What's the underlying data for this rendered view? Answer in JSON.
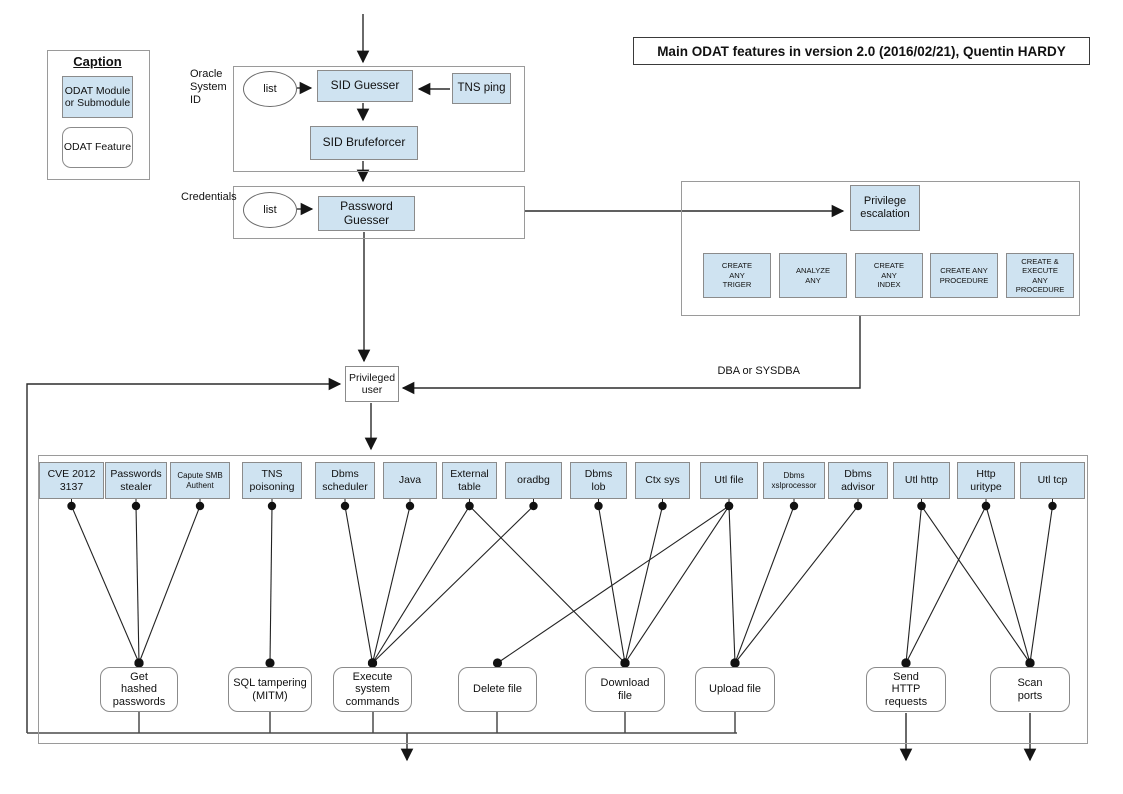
{
  "title": "Main ODAT features in version 2.0 (2016/02/21), Quentin HARDY",
  "caption": {
    "heading": "Caption",
    "module_label": "ODAT Module or Submodule",
    "feature_label": "ODAT Feature"
  },
  "labels": {
    "oracle_system_id": "Oracle System ID",
    "credentials": "Credentials",
    "list": "list",
    "dba_or_sysdba": "DBA or SYSDBA"
  },
  "sid_group": {
    "sid_guesser": "SID Guesser",
    "tns_ping": "TNS ping",
    "sid_bruteforcer": "SID Brufeforcer"
  },
  "credentials_group": {
    "password_guesser": "Password Guesser"
  },
  "privilege_group": {
    "escalation_label": "Privilege escalation",
    "privileges": [
      "CREATE ANY TRIGER",
      "ANALYZE ANY",
      "CREATE ANY INDEX",
      "CREATE ANY PROCEDURE",
      "CREATE & EXECUTE ANY PROCEDURE"
    ]
  },
  "privileged_user_label": "Privileged user",
  "modules": [
    "CVE 2012 3137",
    "Passwords stealer",
    "Capute SMB Authent",
    "TNS poisoning",
    "Dbms scheduler",
    "Java",
    "External table",
    "oradbg",
    "Dbms lob",
    "Ctx sys",
    "Utl file",
    "Dbms xslprocessor",
    "Dbms advisor",
    "Utl http",
    "Http uritype",
    "Utl tcp"
  ],
  "features": [
    "Get hashed passwords",
    "SQL tampering (MITM)",
    "Execute system commands",
    "Delete file",
    "Download file",
    "Upload file",
    "Send HTTP requests",
    "Scan ports"
  ],
  "connections": [
    {
      "from": "CVE 2012 3137",
      "to": "Get hashed passwords"
    },
    {
      "from": "Passwords stealer",
      "to": "Get hashed passwords"
    },
    {
      "from": "Capute SMB Authent",
      "to": "Get hashed passwords"
    },
    {
      "from": "TNS poisoning",
      "to": "SQL tampering (MITM)"
    },
    {
      "from": "Dbms scheduler",
      "to": "Execute system commands"
    },
    {
      "from": "Java",
      "to": "Execute system commands"
    },
    {
      "from": "External table",
      "to": "Execute system commands"
    },
    {
      "from": "External table",
      "to": "Download file"
    },
    {
      "from": "oradbg",
      "to": "Execute system commands"
    },
    {
      "from": "Dbms lob",
      "to": "Download file"
    },
    {
      "from": "Ctx sys",
      "to": "Download file"
    },
    {
      "from": "Utl file",
      "to": "Delete file"
    },
    {
      "from": "Utl file",
      "to": "Download file"
    },
    {
      "from": "Utl file",
      "to": "Upload file"
    },
    {
      "from": "Dbms xslprocessor",
      "to": "Upload file"
    },
    {
      "from": "Dbms advisor",
      "to": "Upload file"
    },
    {
      "from": "Utl http",
      "to": "Send HTTP requests"
    },
    {
      "from": "Utl http",
      "to": "Scan ports"
    },
    {
      "from": "Http uritype",
      "to": "Send HTTP requests"
    },
    {
      "from": "Http uritype",
      "to": "Scan ports"
    },
    {
      "from": "Utl tcp",
      "to": "Scan ports"
    }
  ],
  "flows": [
    "list → SID Guesser",
    "TNS ping → SID Guesser",
    "SID Guesser → SID Brufeforcer",
    "SID Brufeforcer → Password Guesser",
    "list → Password Guesser",
    "Password Guesser → Privilege escalation",
    "Privilege escalation → Privileged user (DBA or SYSDBA)",
    "Password Guesser → Privileged user",
    "Features loop back → Privileged user",
    "Privileged user → modules group"
  ],
  "colors": {
    "module_fill": "#cfe3f1",
    "box_border": "#8b8b8b",
    "group_border": "#9a9a9a",
    "line": "#222222"
  }
}
